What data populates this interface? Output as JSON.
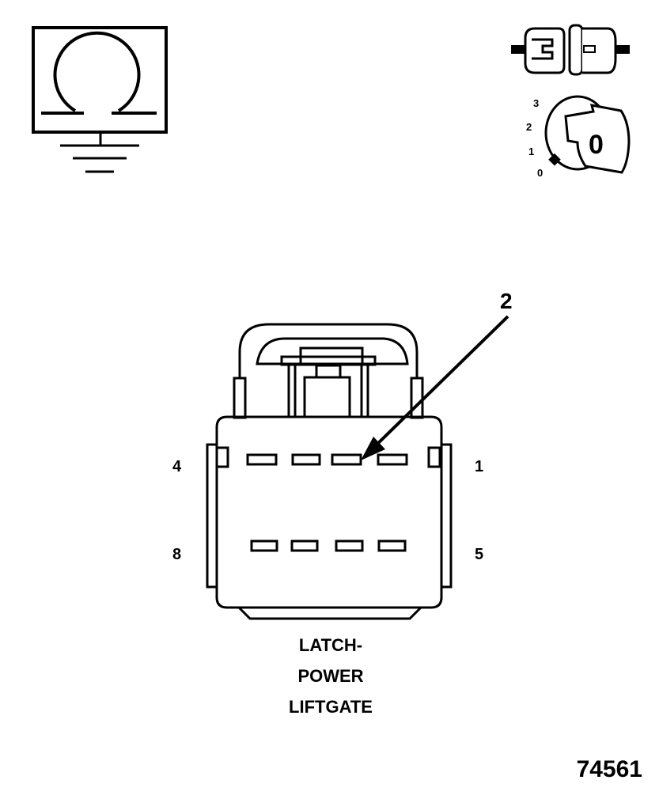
{
  "ohmmeter_icon": {
    "symbol": "Ω"
  },
  "connector_icon": {},
  "ignition_icon": {
    "positions": [
      "3",
      "2",
      "1",
      "0"
    ],
    "key_label": "0"
  },
  "connector": {
    "callout": "2",
    "pin_labels": {
      "top_left": "4",
      "top_right": "1",
      "bottom_left": "8",
      "bottom_right": "5"
    },
    "name_lines": [
      "LATCH-",
      "POWER",
      "LIFTGATE"
    ]
  },
  "figure_number": "74561"
}
